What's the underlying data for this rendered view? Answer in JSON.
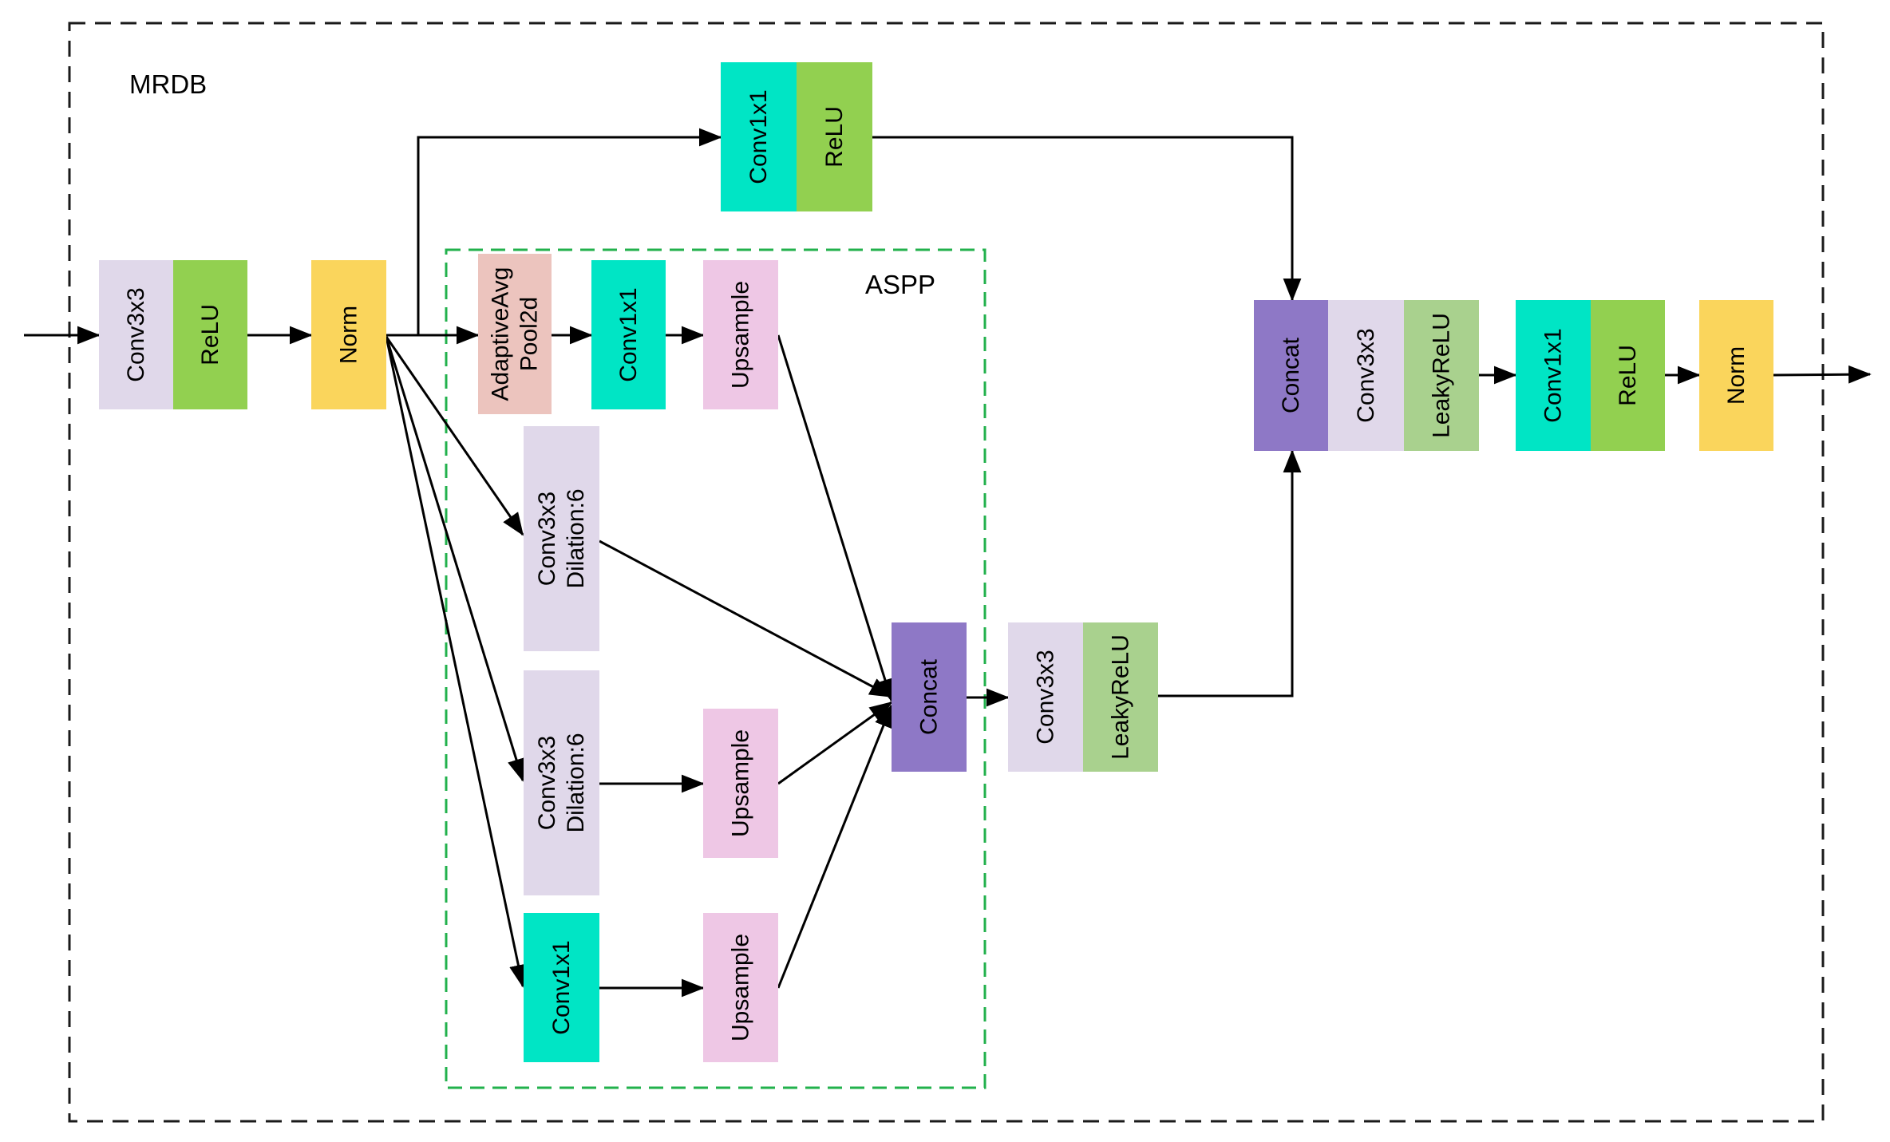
{
  "diagram": {
    "mrdb_label": "MRDB",
    "aspp_label": "ASPP",
    "colors": {
      "conv3x3": "#e0d8ea",
      "relu": "#92d050",
      "norm": "#fad55c",
      "conv1x1": "#00e5c5",
      "adaptive_pool": "#ecc4be",
      "upsample": "#eec7e5",
      "concat": "#8e78c6",
      "leaky_relu": "#a9d18e",
      "mrdb_border": "#1a1a1a",
      "aspp_border": "#22b14c",
      "arrow": "#000000"
    },
    "blocks": {
      "in_conv3x3": {
        "lines": [
          "Conv3x3"
        ]
      },
      "in_relu": {
        "lines": [
          "ReLU"
        ]
      },
      "norm1": {
        "lines": [
          "Norm"
        ]
      },
      "top_conv1x1": {
        "lines": [
          "Conv1x1"
        ]
      },
      "top_relu": {
        "lines": [
          "ReLU"
        ]
      },
      "aspp_pool": {
        "lines": [
          "AdaptiveAvg",
          "Pool2d"
        ]
      },
      "aspp_pool_conv1x1": {
        "lines": [
          "Conv1x1"
        ]
      },
      "aspp_upsample1": {
        "lines": [
          "Upsample"
        ]
      },
      "aspp_dil_conv_a": {
        "lines": [
          "Conv3x3",
          "Dilation:6"
        ]
      },
      "aspp_dil_conv_b": {
        "lines": [
          "Conv3x3",
          "Dilation:6"
        ]
      },
      "aspp_upsample2": {
        "lines": [
          "Upsample"
        ]
      },
      "aspp_conv1x1_b": {
        "lines": [
          "Conv1x1"
        ]
      },
      "aspp_upsample3": {
        "lines": [
          "Upsample"
        ]
      },
      "aspp_concat": {
        "lines": [
          "Concat"
        ]
      },
      "aspp_out_conv3x3": {
        "lines": [
          "Conv3x3"
        ]
      },
      "aspp_out_leakyrelu": {
        "lines": [
          "LeakyReLU"
        ]
      },
      "merge_concat": {
        "lines": [
          "Concat"
        ]
      },
      "merge_conv3x3": {
        "lines": [
          "Conv3x3"
        ]
      },
      "merge_leakyrelu": {
        "lines": [
          "LeakyReLU"
        ]
      },
      "out_conv1x1": {
        "lines": [
          "Conv1x1"
        ]
      },
      "out_relu": {
        "lines": [
          "ReLU"
        ]
      },
      "out_norm": {
        "lines": [
          "Norm"
        ]
      }
    }
  }
}
